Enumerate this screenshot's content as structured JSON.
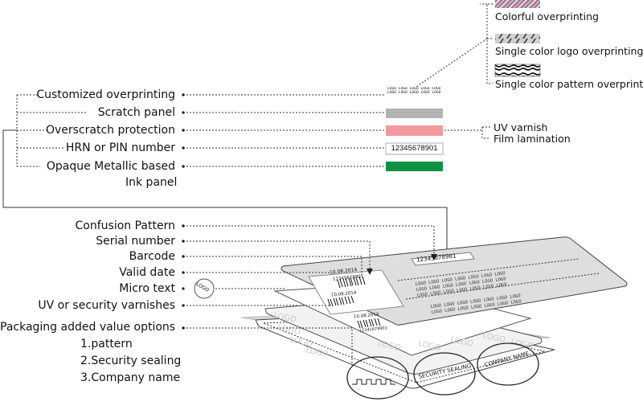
{
  "top_labels": {
    "customized_overprinting": "Customized overprinting",
    "scratch_panel": "Scratch panel",
    "overscratch_protection": "Overscratch protection",
    "hrn_pin": "HRN or PIN number",
    "opaque_metallic_1": "Opaque Metallic based",
    "opaque_metallic_2": "Ink panel"
  },
  "overprint_options": {
    "colorful": "Colorful overprinting",
    "single_logo": "Single color logo overprinting",
    "single_pattern": "Single color pattern overprinting"
  },
  "protection_options": {
    "uv_varnish": "UV varnish",
    "film_lamination": "Film lamination"
  },
  "pin_sample": "12345678901",
  "overprint_sample": "LOGO LOGO LOGO LOGO LOGO",
  "bottom_labels": {
    "confusion_pattern": "Confusion Pattern",
    "serial_number": "Serial number",
    "barcode": "Barcode",
    "valid_date": "Valid date",
    "micro_text": "Micro text",
    "uv_security": "UV or security varnishes",
    "packaging": "Packaging added value options",
    "opt1": "1.pattern",
    "opt2": "2.Security sealing",
    "opt3": "3.Company name"
  },
  "micro_logo": "LOGO",
  "card": {
    "date": "10.08.2014",
    "serial": "12345678901",
    "logo": "LOGO",
    "security_sealing": "SECURITY SEALING",
    "company_name": "COMPANY NAME"
  },
  "colors": {
    "scratch": "#b3b3b3",
    "overscratch": "#f09a9e",
    "metallic": "#0e9140",
    "card_panel": "#dedede"
  }
}
